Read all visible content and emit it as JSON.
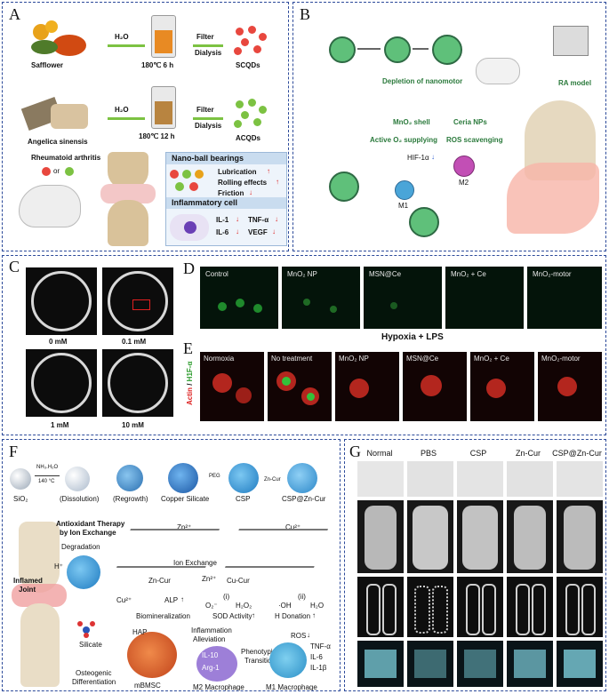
{
  "panels": {
    "A": {
      "label": "A",
      "safflower": "Safflower",
      "angelica": "Angelica sinensis",
      "h2o_1": "H₂O",
      "h2o_2": "H₂O",
      "temp_1": "180℃ 6 h",
      "temp_2": "180℃ 12 h",
      "filter_1": "Filter",
      "dialysis_1": "Dialysis",
      "filter_2": "Filter",
      "dialysis_2": "Dialysis",
      "product_1": "SCQDs",
      "product_2": "ACQDs",
      "ra": "Rheumatoid arthritis",
      "or": "or",
      "nanoball": "Nano-ball bearings",
      "lubrication": "Lubrication",
      "rolling": "Rolling effects",
      "friction": "Friction",
      "inflam": "Inflammatory cell",
      "il1": "IL-1",
      "tnf": "TNF-α",
      "il6": "IL-6",
      "vegf": "VEGF",
      "up": "↑",
      "down": "↓"
    },
    "B": {
      "label": "B",
      "depletion": "Depletion of nanomotor",
      "mno2_shell": "MnO₂ shell",
      "ceria": "Ceria NPs",
      "active_o2": "Active O₂ supplying",
      "ros_scav": "ROS scavenging",
      "hif": "HIF-1α",
      "m1": "M1",
      "m2": "M2",
      "ra_model": "RA model"
    },
    "C": {
      "label": "C",
      "conc": [
        "0 mM",
        "0.1 mM",
        "1 mM",
        "10 mM"
      ]
    },
    "D": {
      "label": "D",
      "items": [
        "Control",
        "MnO₂ NP",
        "MSN@Ce",
        "MnO₂ + Ce",
        "MnO₂-motor"
      ]
    },
    "E": {
      "label": "E",
      "condition": "Hypoxia + LPS",
      "side_actin": "Actin",
      "side_sep": " / ",
      "side_hif": "H1F-α",
      "items": [
        "Normoxia",
        "No treatment",
        "MnO₂ NP",
        "MSN@Ce",
        "MnO₂ + Ce",
        "MnO₂-motor"
      ]
    },
    "F": {
      "label": "F",
      "nh3": "NH₃.H₂O",
      "temp": "140 °C",
      "sio2": "SiO₂",
      "dissolution": "(Dissolution)",
      "regrowth": "(Regrowth)",
      "copper_silicate": "Copper Silicate",
      "peg": "PEG",
      "csp": "CSP",
      "zncur": "Zn-Cur",
      "csp_zn": "CSP@Zn-Cur",
      "antioxidant_1": "Antioxidant Therapy",
      "antioxidant_2": "by Ion Exchange",
      "degradation": "Degradation",
      "ion_exchange": "Ion Exchange",
      "inflamed_1": "Inflamed",
      "inflamed_2": "Joint",
      "zn2": "Zn²⁺",
      "cu2": "Cu²⁺",
      "hplus": "H⁺",
      "zncur2": "Zn-Cur",
      "cucur": "Cu-Cur",
      "alp": "ALP",
      "biomin": "Biomineralization",
      "sod": "SOD Activity",
      "hdon": "H Donation",
      "inflam_1": "Inflammation",
      "inflam_2": "Alleviation",
      "silicate": "Silicate",
      "ros": "ROS",
      "osteo_1": "Osteogenic",
      "osteo_2": "Differentiation",
      "hap": "HAP",
      "mbmsc": "mBMSC",
      "phenotypic_1": "Phenotypic",
      "phenotypic_2": "Transition",
      "m2mac": "M2 Macrophage",
      "m1mac": "M1 Macrophage",
      "il10": "IL-10",
      "arg1": "Arg-1",
      "tnfa": "TNF-α",
      "il6": "IL-6",
      "il1b": "IL-1β",
      "o2m": "O₂⁻",
      "h2o2": "H₂O₂",
      "oh": "·OH",
      "h2o": "H₂O",
      "i": "(i)",
      "ii": "(ii)"
    },
    "G": {
      "label": "G",
      "columns": [
        "Normal",
        "PBS",
        "CSP",
        "Zn-Cur",
        "CSP@Zn-Cur"
      ]
    }
  }
}
